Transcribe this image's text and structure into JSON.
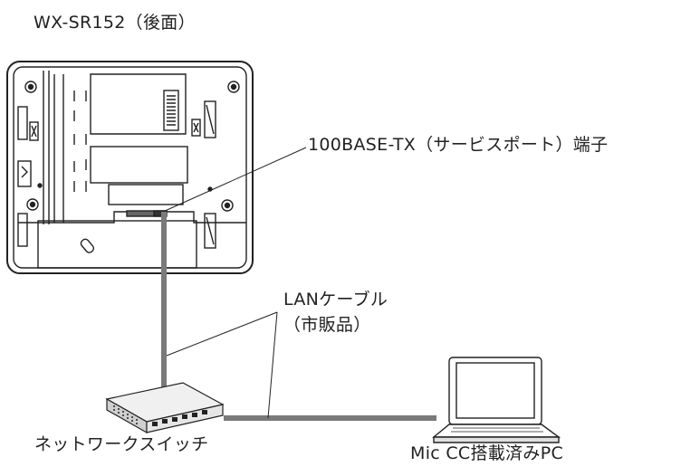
{
  "title": "WX-SR152（後面）",
  "port_label": "100BASE-TX（サービスポート）端子",
  "cable_label_line1": "LANケーブル",
  "cable_label_line2": "（市販品）",
  "switch_label": "ネットワークスイッチ",
  "pc_label": "Mic CC搭載済みPC"
}
